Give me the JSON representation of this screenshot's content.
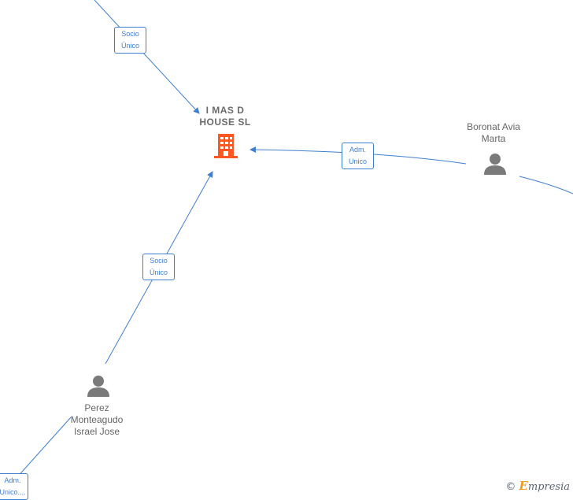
{
  "company": {
    "name_line1": "I MAS D",
    "name_line2": "HOUSE  SL",
    "icon": "building-icon",
    "color": "#ff5722"
  },
  "people": [
    {
      "id": "boronat",
      "lines": [
        "Boronat Avia",
        "Marta"
      ],
      "icon": "person-icon"
    },
    {
      "id": "perez",
      "lines": [
        "Perez",
        "Monteagudo",
        "Israel Jose"
      ],
      "icon": "person-icon"
    }
  ],
  "edge_labels": [
    {
      "id": "socio-top",
      "lines": [
        "Socio",
        "Único"
      ]
    },
    {
      "id": "adm-right",
      "lines": [
        "Adm.",
        "Unico"
      ]
    },
    {
      "id": "socio-mid",
      "lines": [
        "Socio",
        "Único"
      ]
    },
    {
      "id": "adm-bottom",
      "lines": [
        "Adm.",
        "Unico...."
      ]
    }
  ],
  "colors": {
    "edge": "#3f7fd0",
    "person": "#7a7a7a",
    "text": "#666666"
  },
  "brand": {
    "copyright": "©",
    "initial": "E",
    "rest": "mpresia"
  }
}
